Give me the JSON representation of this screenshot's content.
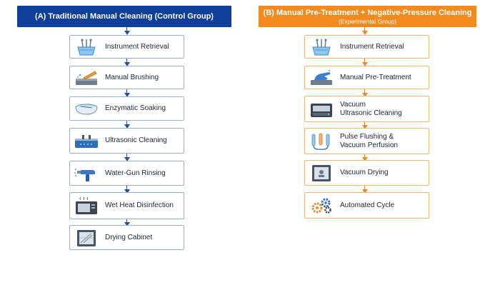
{
  "control": {
    "title": "(A)  Traditional Manual Cleaning (Control Group)",
    "steps": [
      {
        "label": "Instrument Retrieval",
        "icon": "instrument-basket-icon"
      },
      {
        "label": "Manual Brushing",
        "icon": "brush-icon"
      },
      {
        "label": "Enzymatic Soaking",
        "icon": "soaking-basin-icon"
      },
      {
        "label": "Ultrasonic Cleaning",
        "icon": "ultrasonic-tank-icon"
      },
      {
        "label": "Water-Gun Rinsing",
        "icon": "water-gun-icon"
      },
      {
        "label": "Wet Heat Disinfection",
        "icon": "disinfector-icon"
      },
      {
        "label": "Drying Cabinet",
        "icon": "drying-cabinet-icon"
      }
    ]
  },
  "experimental": {
    "title": "(B)  Manual Pre-Treatment + Negative-Pressure Cleaning",
    "subtitle": "(Experimental Group)",
    "steps": [
      {
        "label": "Instrument Retrieval",
        "icon": "instrument-basket-icon"
      },
      {
        "label": "Manual Pre-Treatment",
        "icon": "gloved-hand-icon"
      },
      {
        "label": "Vacuum",
        "label2": "Ultrasonic Cleaning",
        "icon": "vacuum-cleaner-machine-icon"
      },
      {
        "label": "Pulse Flushing &",
        "label2": "Vacuum Perfusion",
        "icon": "tube-flushing-icon"
      },
      {
        "label": "Vacuum Drying",
        "icon": "vacuum-dryer-icon"
      },
      {
        "label": "Automated Cycle",
        "icon": "gears-icon"
      }
    ]
  },
  "colors": {
    "control_accent": "#0f3f9a",
    "experimental_accent": "#f28a1e"
  }
}
